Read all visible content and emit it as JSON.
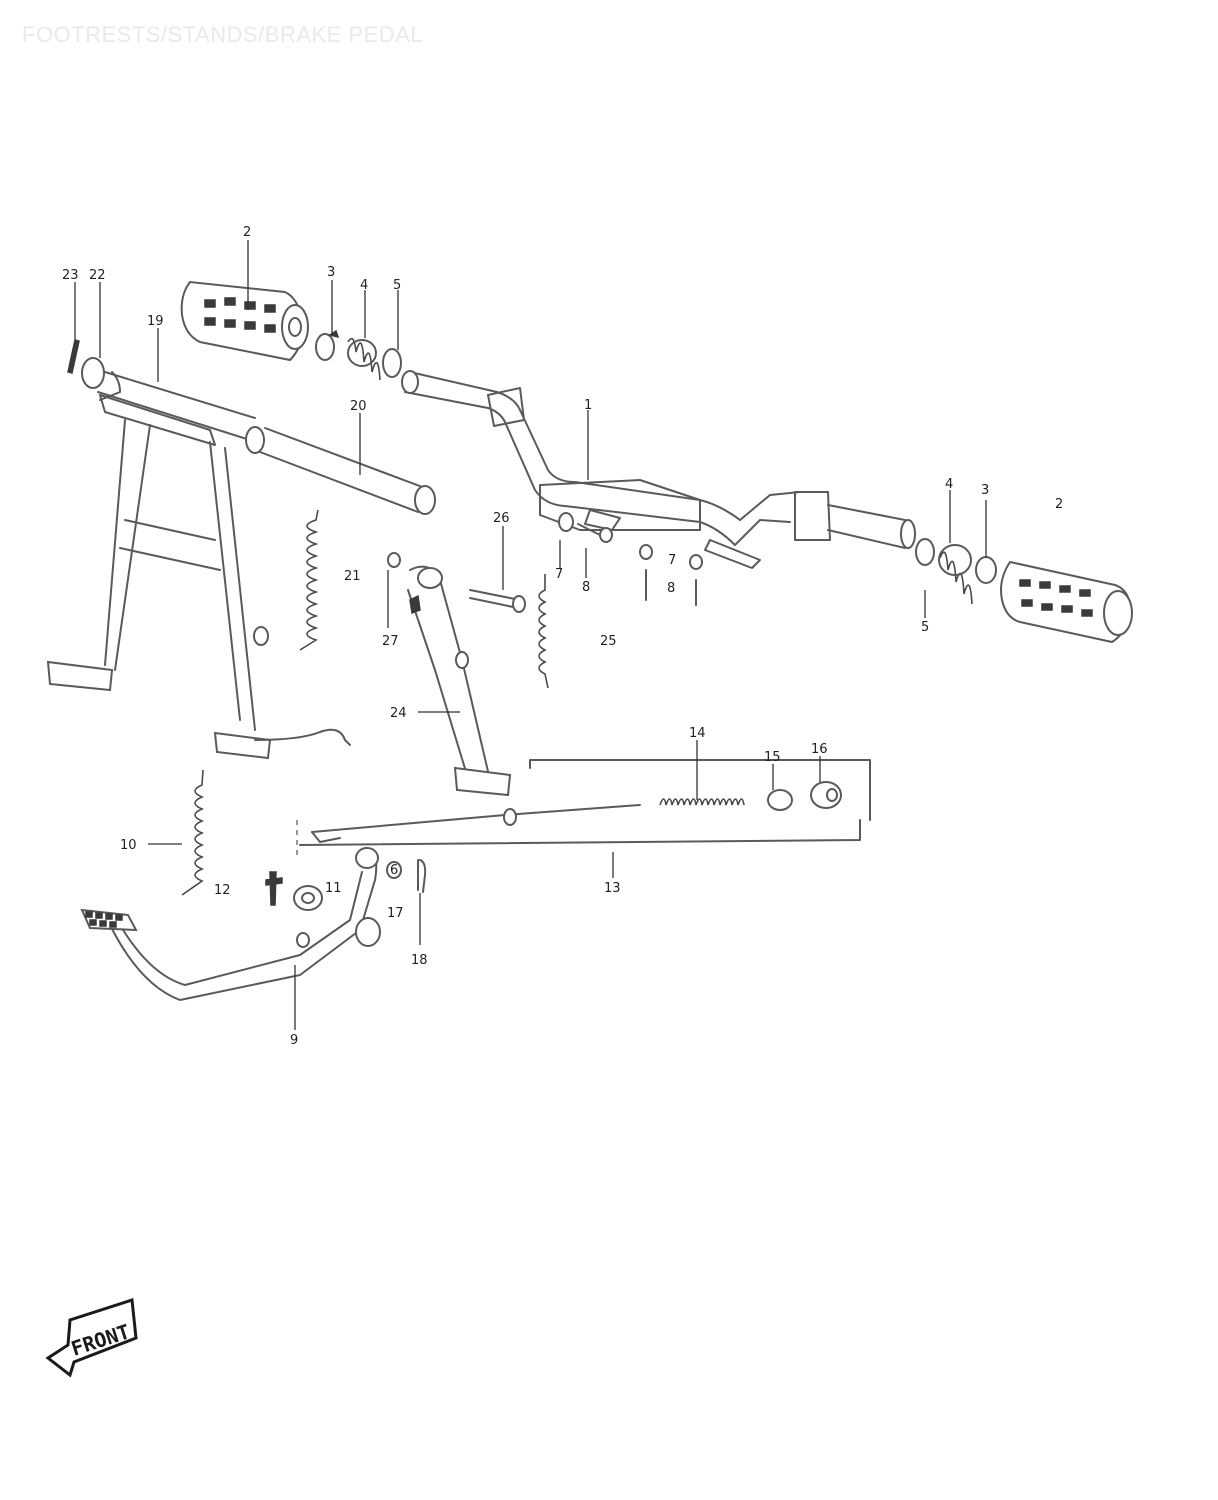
{
  "title": "FOOTRESTS/STANDS/BRAKE PEDAL",
  "front_label": "FRONT",
  "callouts": [
    {
      "id": "c2a",
      "text": "2"
    },
    {
      "id": "c3a",
      "text": "3"
    },
    {
      "id": "c4a",
      "text": "4"
    },
    {
      "id": "c5a",
      "text": "5"
    },
    {
      "id": "c23",
      "text": "23"
    },
    {
      "id": "c22",
      "text": "22"
    },
    {
      "id": "c19",
      "text": "19"
    },
    {
      "id": "c20",
      "text": "20"
    },
    {
      "id": "c1",
      "text": "1"
    },
    {
      "id": "c4b",
      "text": "4"
    },
    {
      "id": "c3b",
      "text": "3"
    },
    {
      "id": "c2b",
      "text": "2"
    },
    {
      "id": "c5b",
      "text": "5"
    },
    {
      "id": "c26",
      "text": "26"
    },
    {
      "id": "c7a",
      "text": "7"
    },
    {
      "id": "c8a",
      "text": "8"
    },
    {
      "id": "c7b",
      "text": "7"
    },
    {
      "id": "c8b",
      "text": "8"
    },
    {
      "id": "c21",
      "text": "21"
    },
    {
      "id": "c27",
      "text": "27"
    },
    {
      "id": "c25",
      "text": "25"
    },
    {
      "id": "c24",
      "text": "24"
    },
    {
      "id": "c14",
      "text": "14"
    },
    {
      "id": "c15",
      "text": "15"
    },
    {
      "id": "c16",
      "text": "16"
    },
    {
      "id": "c10",
      "text": "10"
    },
    {
      "id": "c12",
      "text": "12"
    },
    {
      "id": "c11",
      "text": "11"
    },
    {
      "id": "c6",
      "text": "6"
    },
    {
      "id": "c13",
      "text": "13"
    },
    {
      "id": "c17",
      "text": "17"
    },
    {
      "id": "c18",
      "text": "18"
    },
    {
      "id": "c9",
      "text": "9"
    }
  ]
}
